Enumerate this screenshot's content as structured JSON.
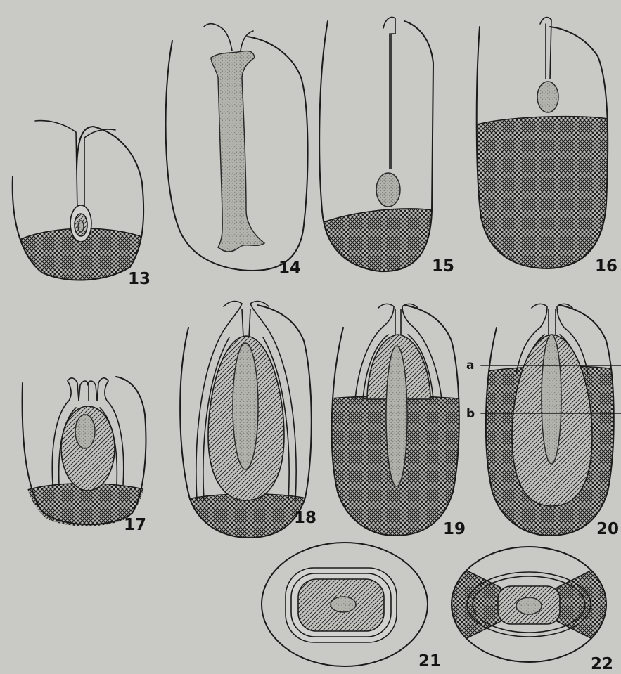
{
  "figures": [
    {
      "label": "13"
    },
    {
      "label": "14"
    },
    {
      "label": "15"
    },
    {
      "label": "16"
    },
    {
      "label": "17"
    },
    {
      "label": "18"
    },
    {
      "label": "19"
    },
    {
      "label": "20"
    },
    {
      "label": "21"
    },
    {
      "label": "22"
    }
  ],
  "annotations": [
    {
      "label": "a"
    },
    {
      "label": "b"
    }
  ],
  "colors": {
    "background": "#c9c9c6",
    "ink": "#1b1b1b",
    "stipple": "#9a9a96"
  }
}
